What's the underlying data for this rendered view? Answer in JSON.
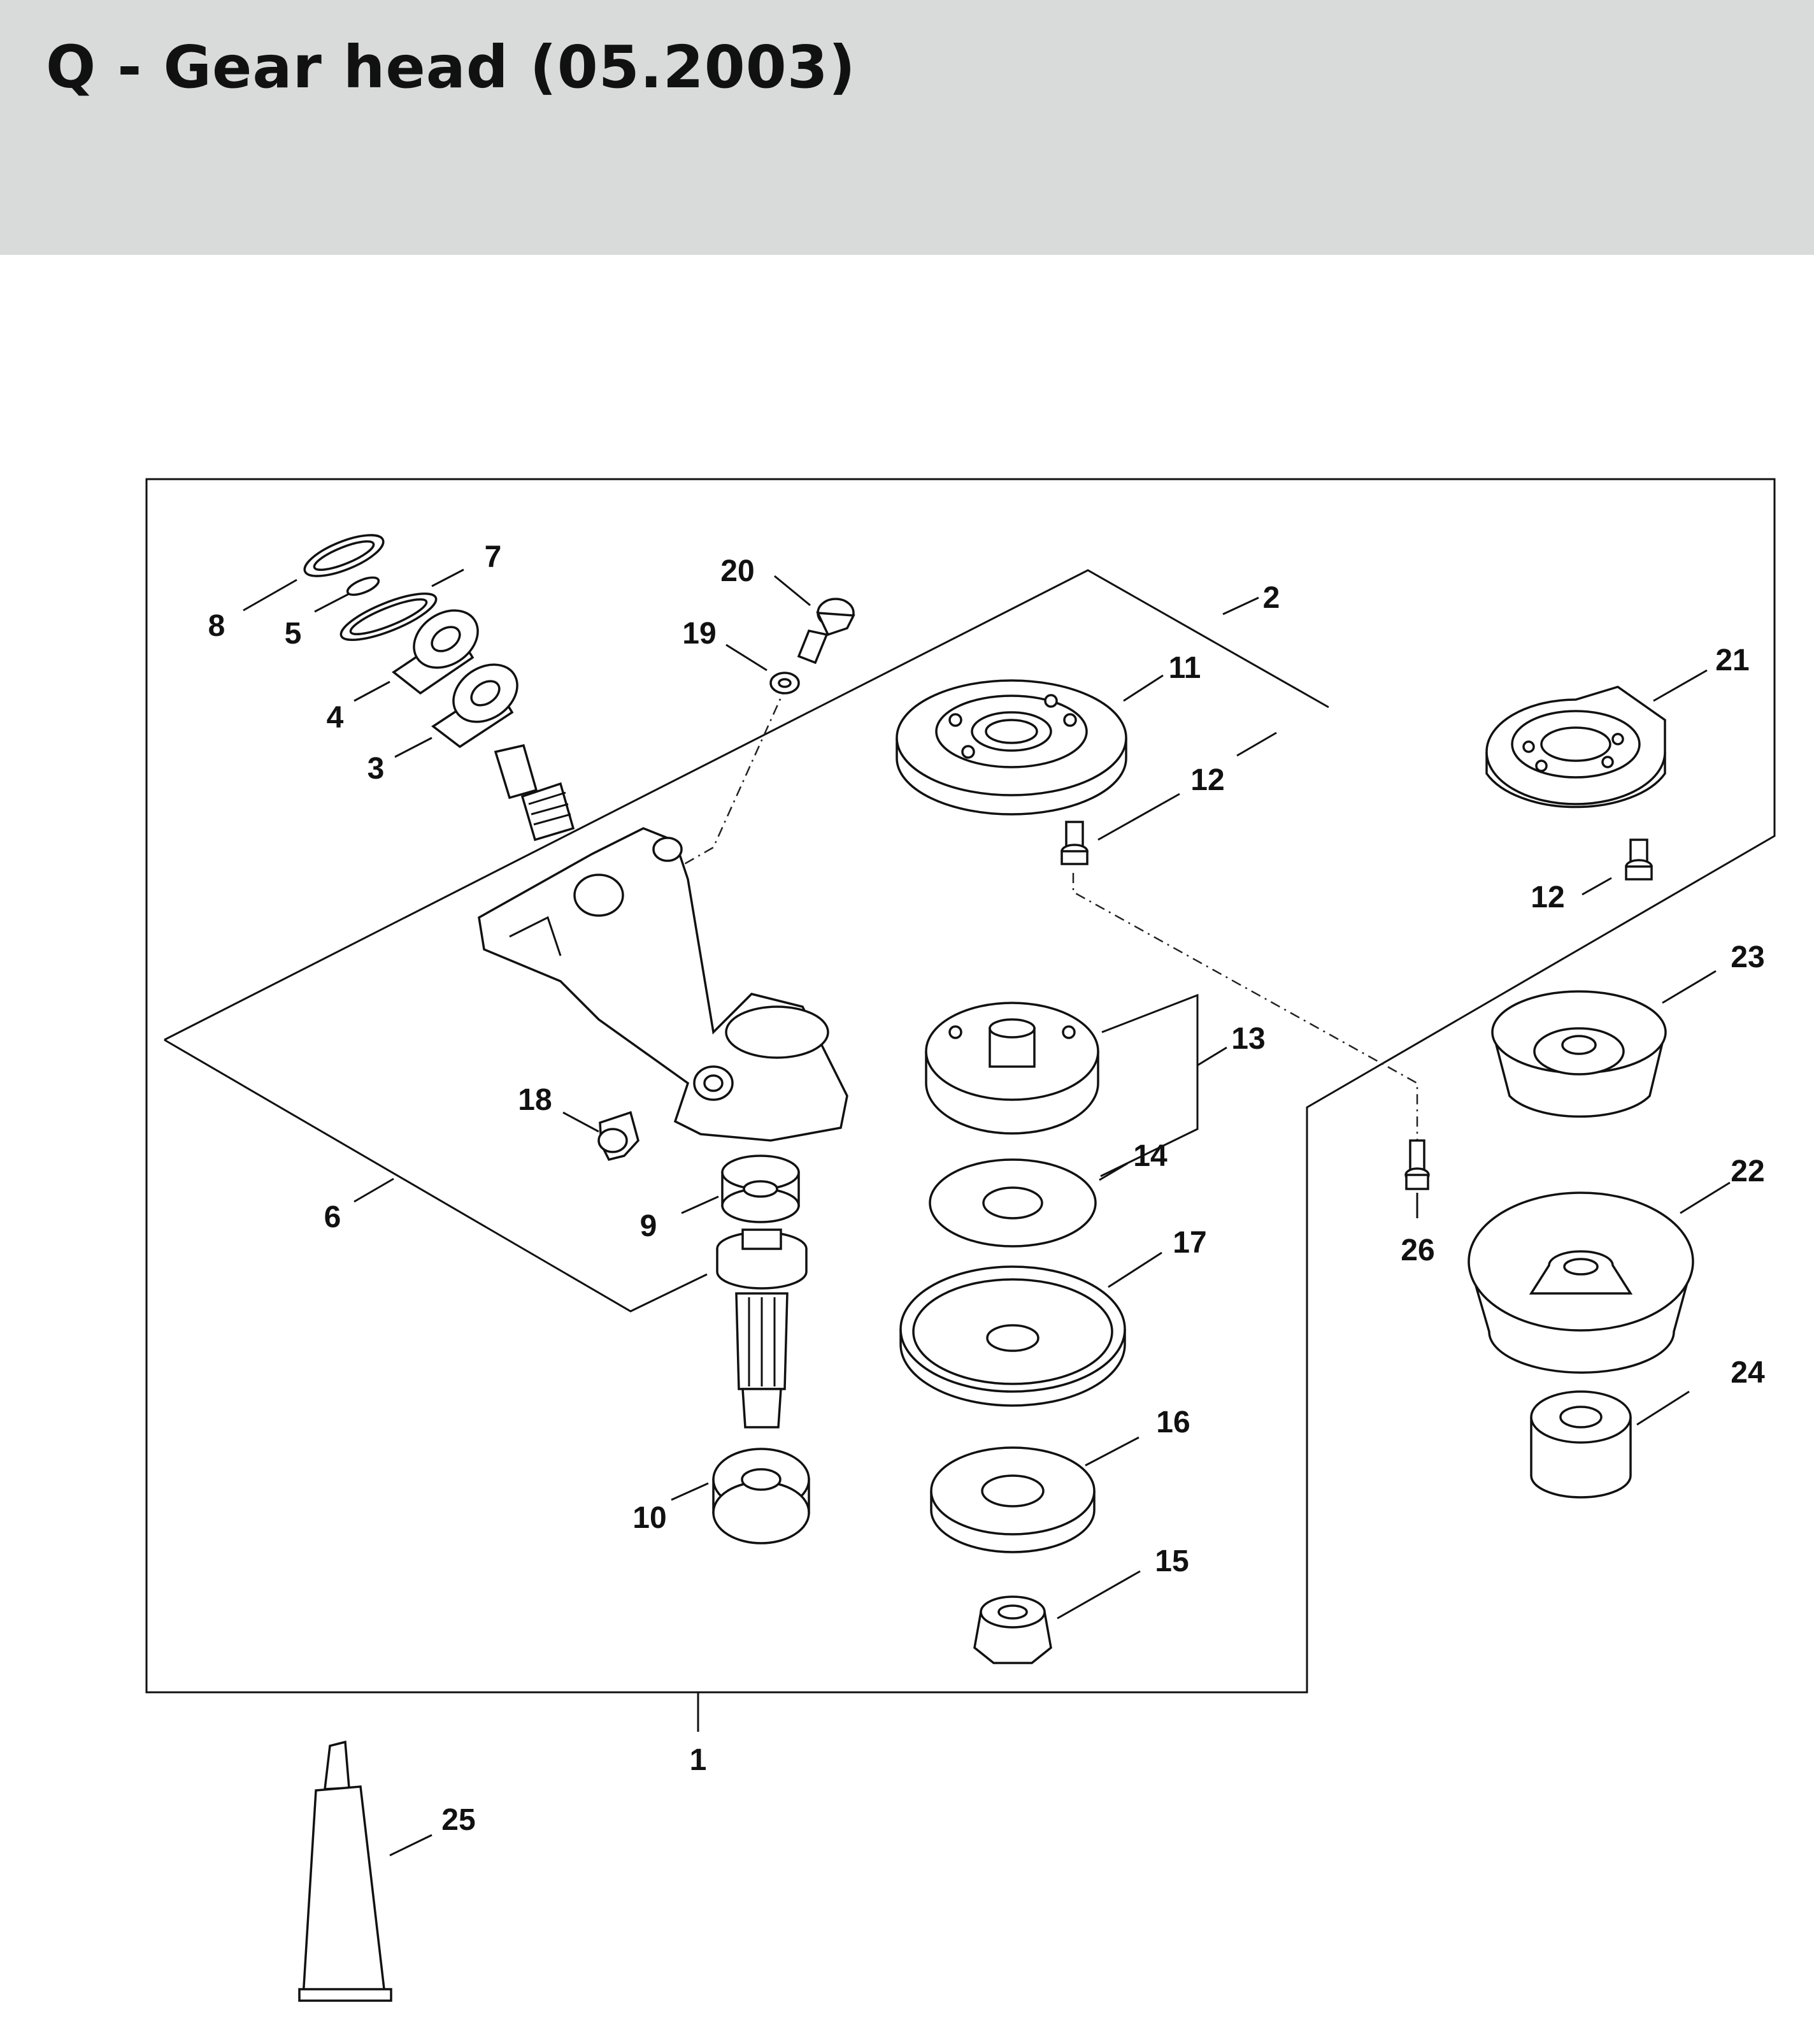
{
  "title": "Q - Gear head (05.2003)",
  "callouts": [
    "1",
    "2",
    "3",
    "4",
    "5",
    "6",
    "7",
    "8",
    "9",
    "10",
    "11",
    "12",
    "12",
    "13",
    "14",
    "15",
    "16",
    "17",
    "18",
    "19",
    "20",
    "21",
    "22",
    "23",
    "24",
    "25",
    "26"
  ]
}
